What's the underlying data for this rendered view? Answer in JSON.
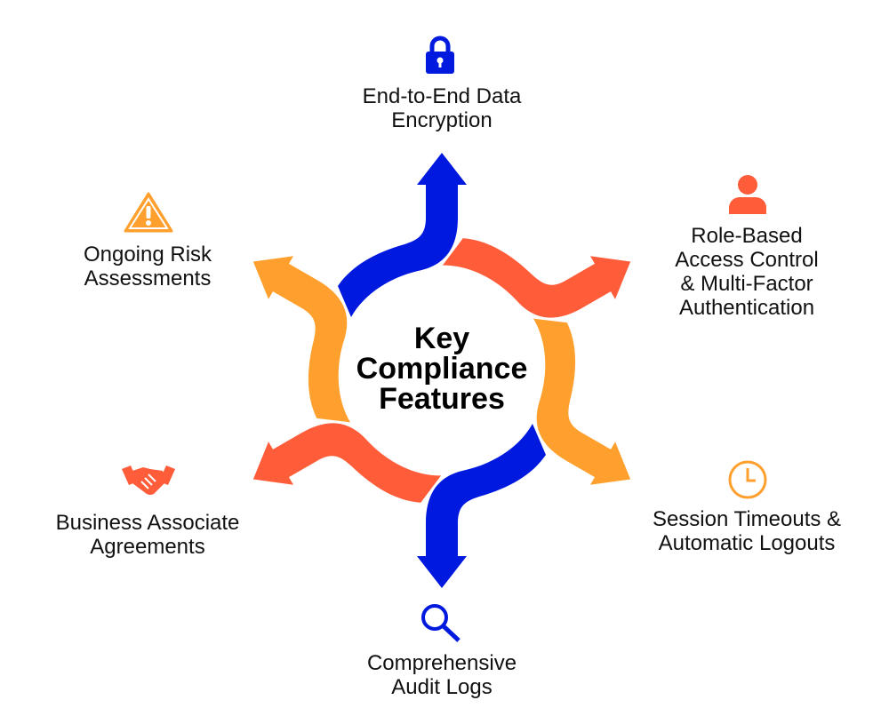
{
  "title": [
    "Key",
    "Compliance",
    "Features"
  ],
  "colors": {
    "blue": "#0019DF",
    "red": "#FF5C39",
    "orange": "#FFA02E"
  },
  "arrows": [
    "blue",
    "red",
    "orange",
    "blue",
    "red",
    "orange"
  ],
  "features": [
    {
      "icon": "lock-icon",
      "lines": [
        "End-to-End Data",
        "Encryption"
      ]
    },
    {
      "icon": "person-icon",
      "lines": [
        "Role-Based",
        "Access Control",
        "& Multi-Factor",
        "Authentication"
      ]
    },
    {
      "icon": "clock-icon",
      "lines": [
        "Session Timeouts &",
        "Automatic Logouts"
      ]
    },
    {
      "icon": "magnifier-icon",
      "lines": [
        "Comprehensive",
        "Audit Logs"
      ]
    },
    {
      "icon": "handshake-icon",
      "lines": [
        "Business Associate",
        "Agreements"
      ]
    },
    {
      "icon": "warning-icon",
      "lines": [
        "Ongoing Risk",
        "Assessments"
      ]
    }
  ]
}
